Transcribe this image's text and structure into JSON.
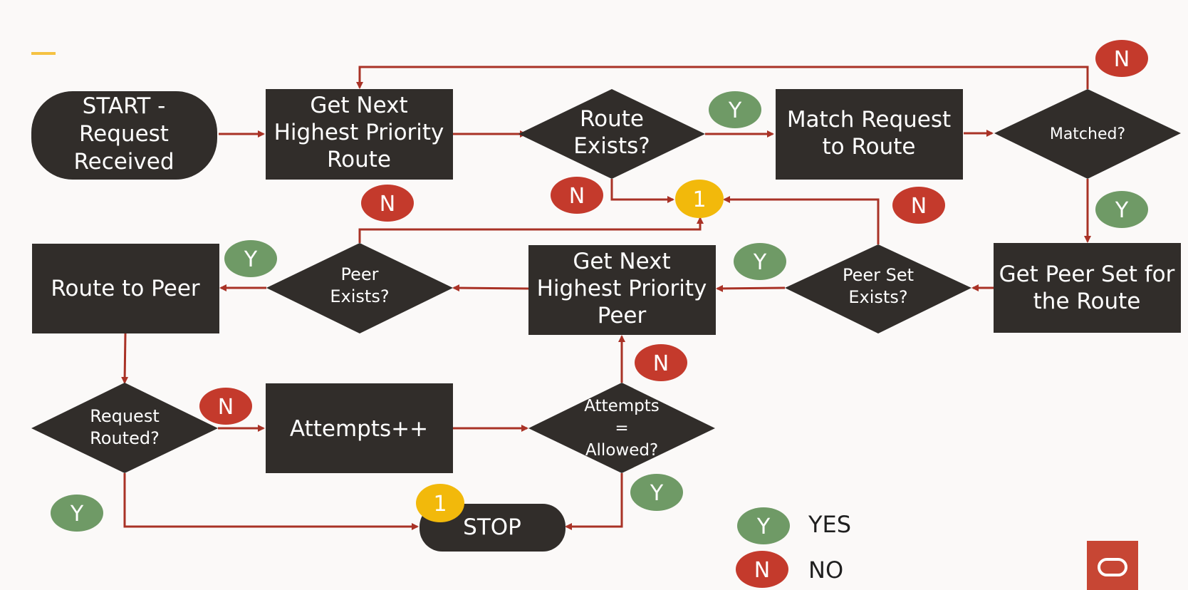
{
  "colors": {
    "node_fill": "#312d2a",
    "connector": "#a93226",
    "yes_badge": "#6f9a66",
    "no_badge": "#c43a2c",
    "ref_badge": "#f2b90b",
    "accent_bar": "#f5c242",
    "logo_bg": "#c74634"
  },
  "nodes": {
    "start": [
      "START -",
      "Request",
      "Received"
    ],
    "get_route": [
      "Get Next",
      "Highest Priority",
      "Route"
    ],
    "route_exists": [
      "Route",
      "Exists?"
    ],
    "match_request": [
      "Match Request",
      "to Route"
    ],
    "matched": [
      "Matched?"
    ],
    "route_to_peer": [
      "Route to Peer"
    ],
    "peer_exists": [
      "Peer",
      "Exists?"
    ],
    "get_peer": [
      "Get Next",
      "Highest Priority",
      "Peer"
    ],
    "peer_set_exists": [
      "Peer Set",
      "Exists?"
    ],
    "get_peer_set": [
      "Get Peer Set for",
      "the Route"
    ],
    "request_routed": [
      "Request",
      "Routed?"
    ],
    "attempts_inc": [
      "Attempts++"
    ],
    "attempts_allowed": [
      "Attempts",
      "=",
      "Allowed?"
    ],
    "stop": [
      "STOP"
    ]
  },
  "badges": {
    "yes": "Y",
    "no": "N",
    "ref": "1"
  },
  "legend": {
    "yes_label": "YES",
    "no_label": "NO"
  },
  "logo": {
    "icon": "oracle-logo-icon"
  }
}
